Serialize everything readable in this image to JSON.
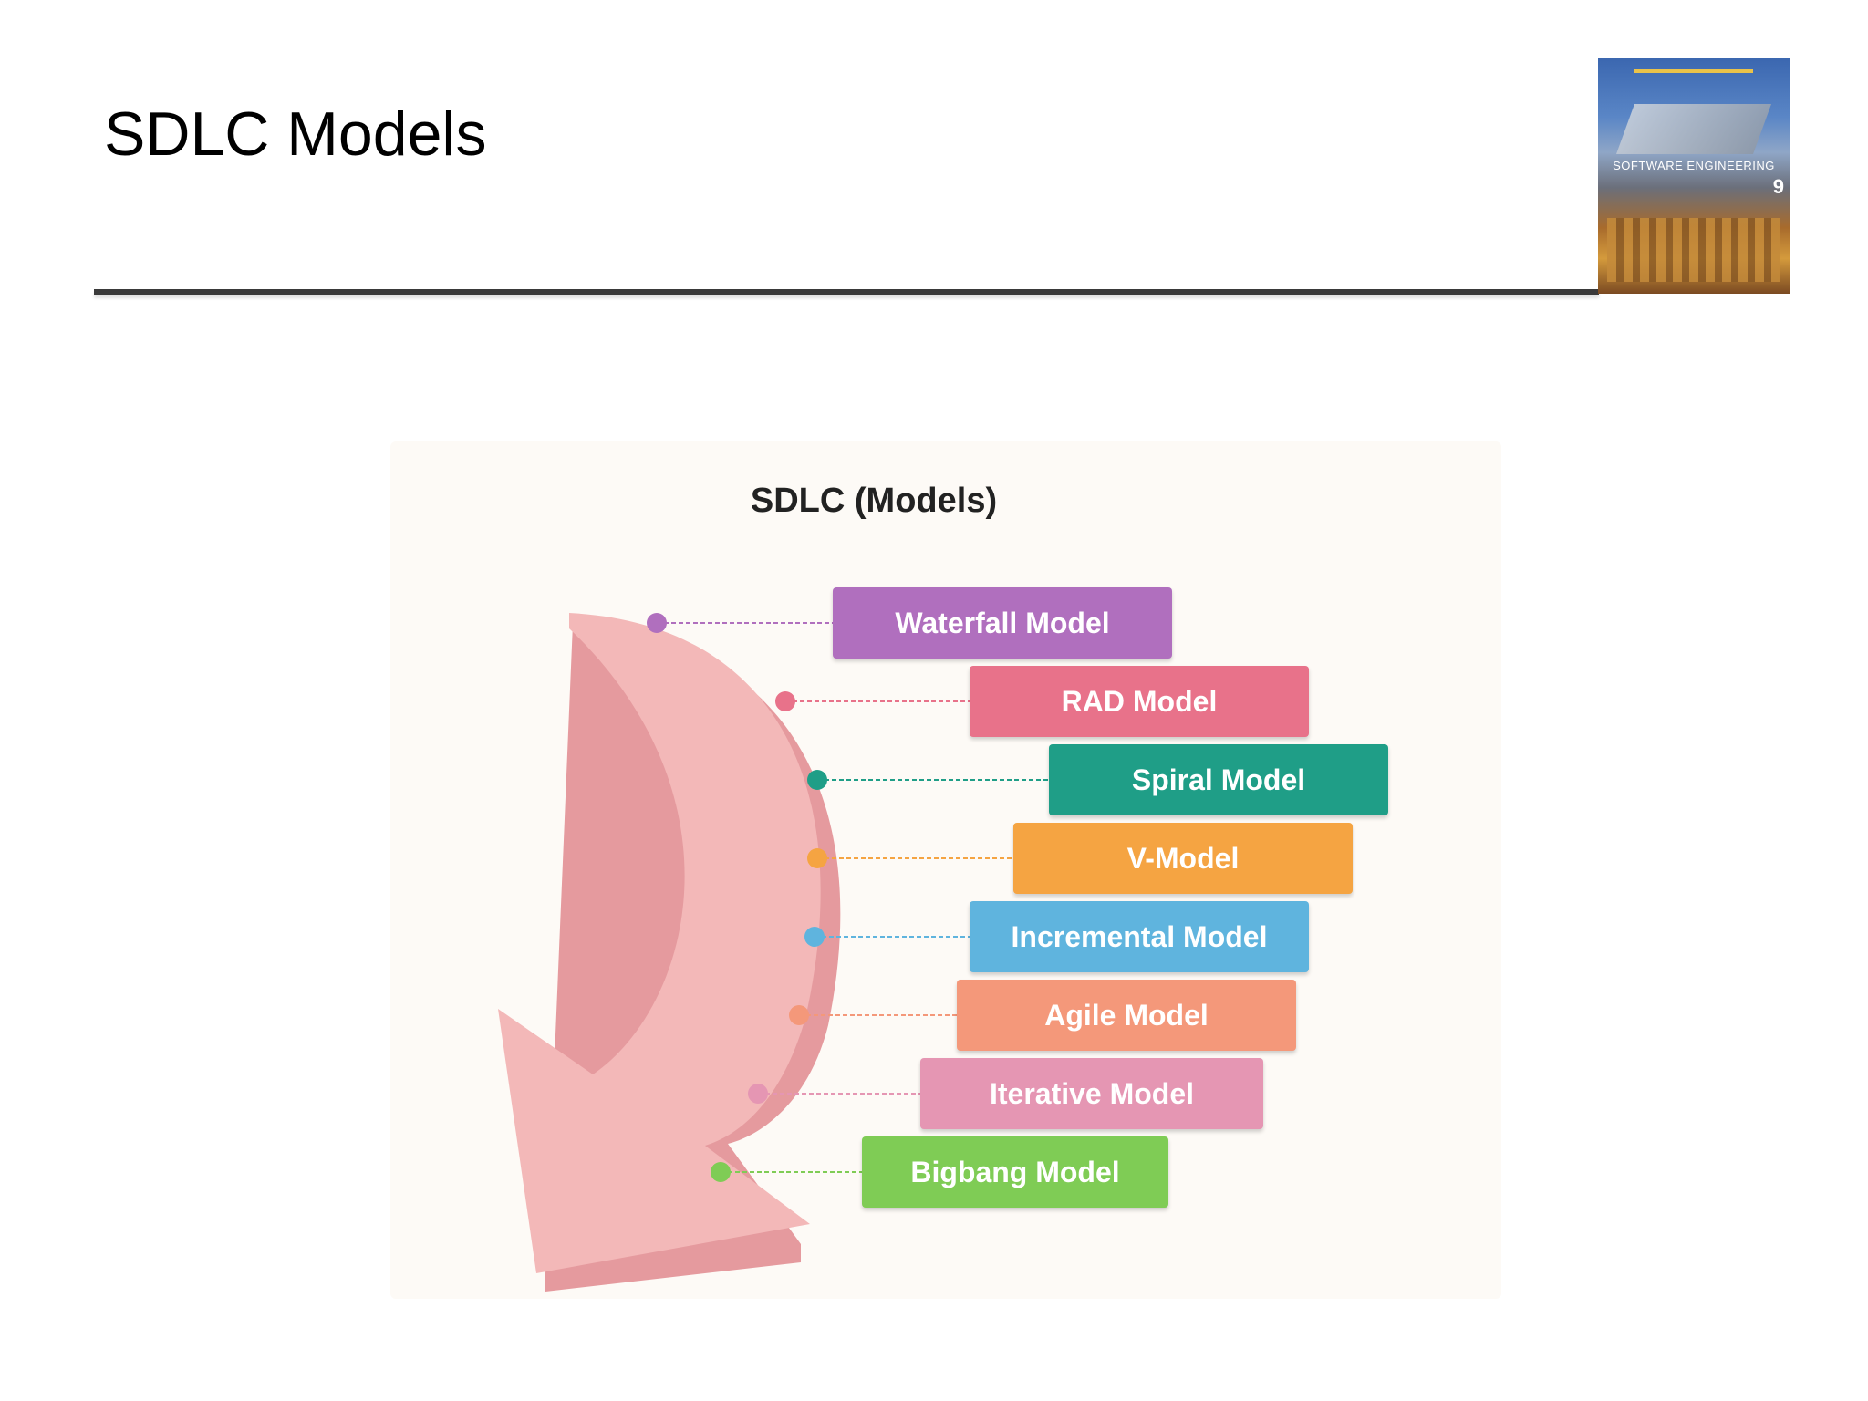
{
  "slide": {
    "title": "SDLC Models"
  },
  "book_cover": {
    "text": "SOFTWARE ENGINEERING",
    "edition": "9"
  },
  "diagram": {
    "title": "SDLC (Models)",
    "models": [
      {
        "label": "Waterfall Model",
        "color": "#b06fbe"
      },
      {
        "label": "RAD Model",
        "color": "#e8728a"
      },
      {
        "label": "Spiral Model",
        "color": "#1f9e87"
      },
      {
        "label": "V-Model",
        "color": "#f5a442"
      },
      {
        "label": "Incremental Model",
        "color": "#5fb4de"
      },
      {
        "label": "Agile Model",
        "color": "#f4987a"
      },
      {
        "label": "Iterative Model",
        "color": "#e596b3"
      },
      {
        "label": "Bigbang Model",
        "color": "#7fcc55"
      }
    ],
    "arrow_color": "#f3b8b8"
  }
}
